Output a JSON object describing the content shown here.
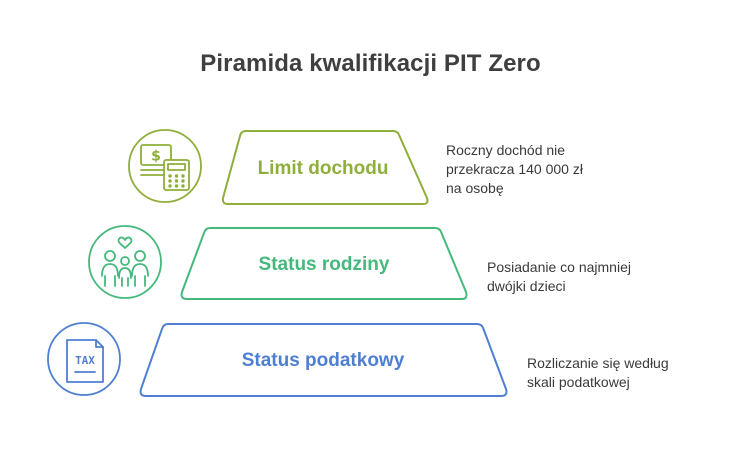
{
  "title": "Piramida kwalifikacji PIT Zero",
  "tiers": [
    {
      "label": "Limit dochodu",
      "description": [
        "Roczny dochód nie",
        "przekracza 140 000 zł",
        "na osobę"
      ],
      "icon": "money-calculator-icon",
      "color": "#8fae3a"
    },
    {
      "label": "Status rodziny",
      "description": [
        "Posiadanie co najmniej",
        "dwójki dzieci"
      ],
      "icon": "family-icon",
      "color": "#45b97c"
    },
    {
      "label": "Status podatkowy",
      "description": [
        "Rozliczanie się według",
        "skali podatkowej"
      ],
      "icon": "tax-document-icon",
      "color": "#4f7fd1"
    }
  ],
  "tax_icon_text": "TAX"
}
